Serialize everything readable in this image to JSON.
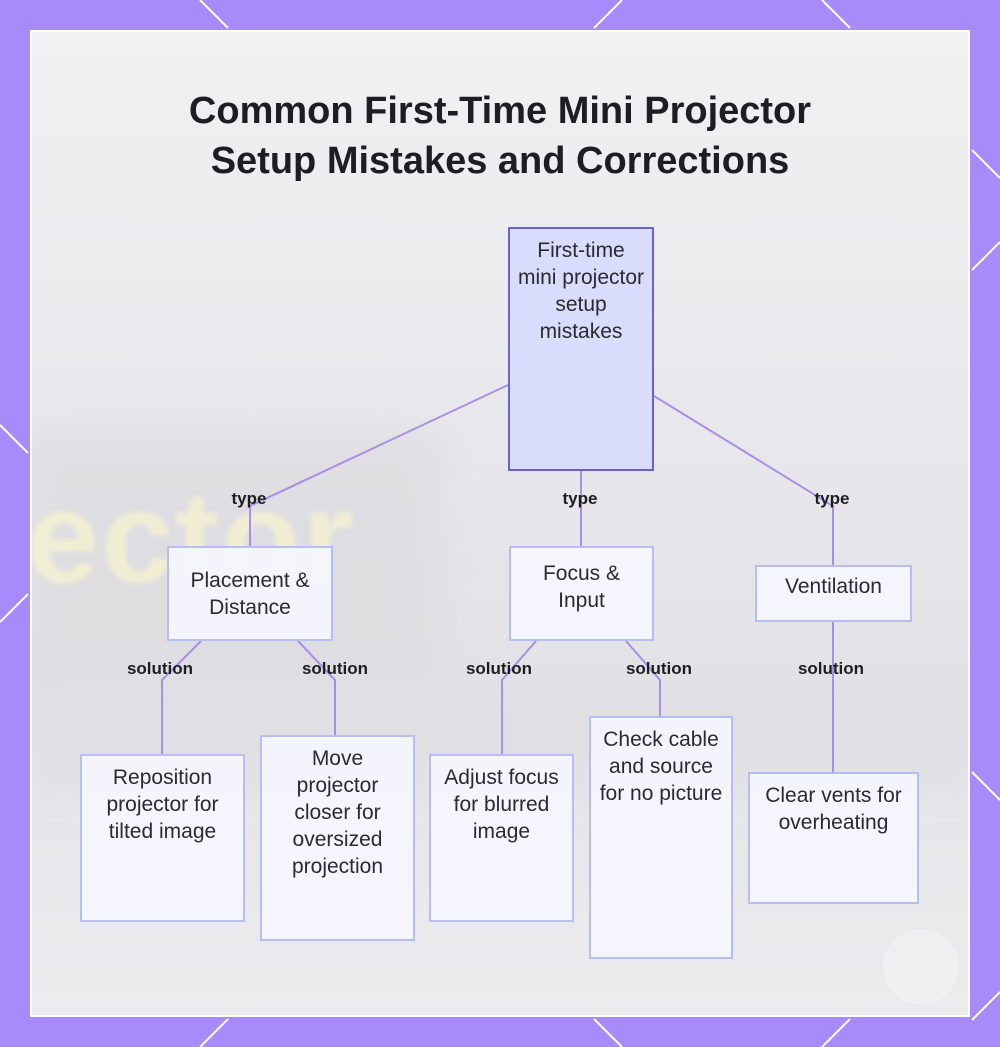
{
  "title": {
    "line1": "Common First-Time Mini Projector",
    "line2": "Setup Mistakes and Corrections"
  },
  "background_text": "ector",
  "nodes": {
    "root": "First-time mini projector setup mistakes",
    "placement": "Placement & Distance",
    "focus": "Focus & Input",
    "ventilation": "Ventilation",
    "reposition": "Reposition projector for tilted image",
    "move_closer": "Move projector closer for oversized projection",
    "adjust_focus": "Adjust focus for blurred image",
    "check_cable": "Check cable and source for no picture",
    "clear_vents": "Clear vents for overheating"
  },
  "edge_labels": {
    "type_1": "type",
    "type_2": "type",
    "type_3": "type",
    "solution_1": "solution",
    "solution_2": "solution",
    "solution_3": "solution",
    "solution_4": "solution",
    "solution_5": "solution"
  },
  "colors": {
    "frame": "#a78bfa",
    "connector": "#a98ee6",
    "root_fill": "#d9dcfb",
    "root_border": "#6a64c8",
    "node_border": "#b7bff0"
  }
}
